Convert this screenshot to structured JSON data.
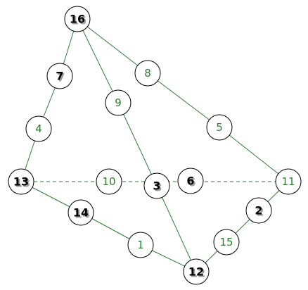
{
  "colors": {
    "edge": "#2e7d32",
    "green_label": "#2e7d32",
    "black_label": "#000000",
    "node_stroke": "#000000",
    "node_fill": "#ffffff",
    "shadow": "#9e9e9e"
  },
  "nodes": {
    "n16": {
      "label": "16",
      "style": "bold"
    },
    "n7": {
      "label": "7",
      "style": "bold"
    },
    "n8": {
      "label": "8",
      "style": "green"
    },
    "n9": {
      "label": "9",
      "style": "green"
    },
    "n4": {
      "label": "4",
      "style": "green"
    },
    "n5": {
      "label": "5",
      "style": "green"
    },
    "n13": {
      "label": "13",
      "style": "bold"
    },
    "n10": {
      "label": "10",
      "style": "green"
    },
    "n3": {
      "label": "3",
      "style": "bold"
    },
    "n6": {
      "label": "6",
      "style": "bold"
    },
    "n11": {
      "label": "11",
      "style": "green"
    },
    "n14": {
      "label": "14",
      "style": "bold"
    },
    "n2": {
      "label": "2",
      "style": "bold"
    },
    "n1": {
      "label": "1",
      "style": "green"
    },
    "n15": {
      "label": "15",
      "style": "green"
    },
    "n12": {
      "label": "12",
      "style": "bold"
    }
  }
}
